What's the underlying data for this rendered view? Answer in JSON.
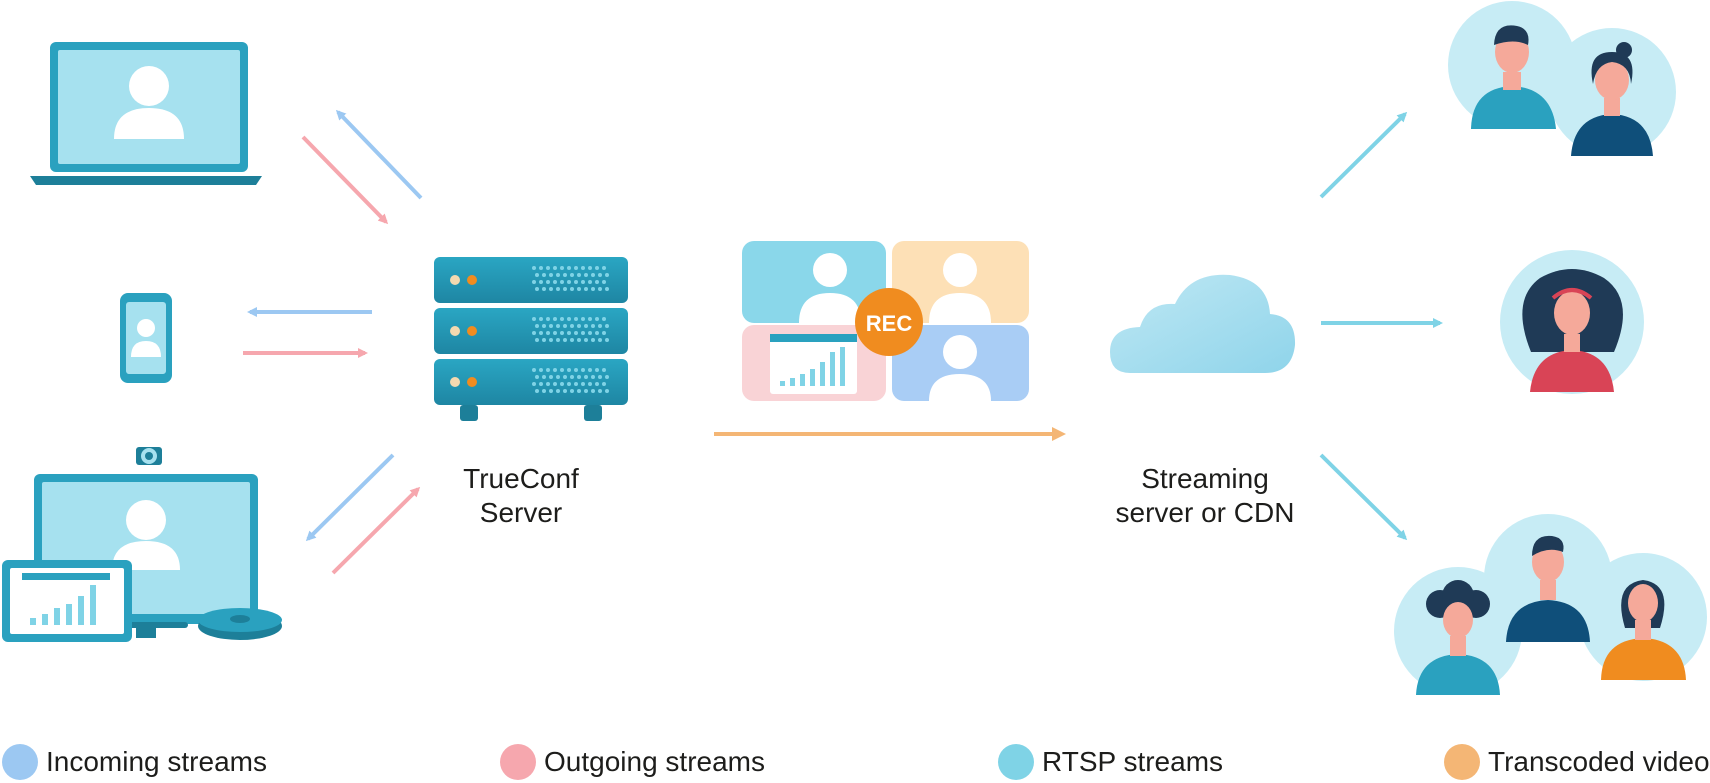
{
  "server": {
    "line1": "TrueConf",
    "line2": "Server"
  },
  "streaming": {
    "line1": "Streaming",
    "line2": "server or CDN"
  },
  "rec_badge": "REC",
  "legend": [
    {
      "label": "Incoming streams",
      "color": "#9cc8f2"
    },
    {
      "label": "Outgoing streams",
      "color": "#f6a7ae"
    },
    {
      "label": "RTSP streams",
      "color": "#7fd3e6"
    },
    {
      "label": "Transcoded video",
      "color": "#f4b675"
    }
  ],
  "colors": {
    "device": "#2aa1bf",
    "device_dark": "#1d7f99",
    "screen": "#a6e1ef",
    "rec": "#f08c1f",
    "cloud": "#a8def0"
  }
}
